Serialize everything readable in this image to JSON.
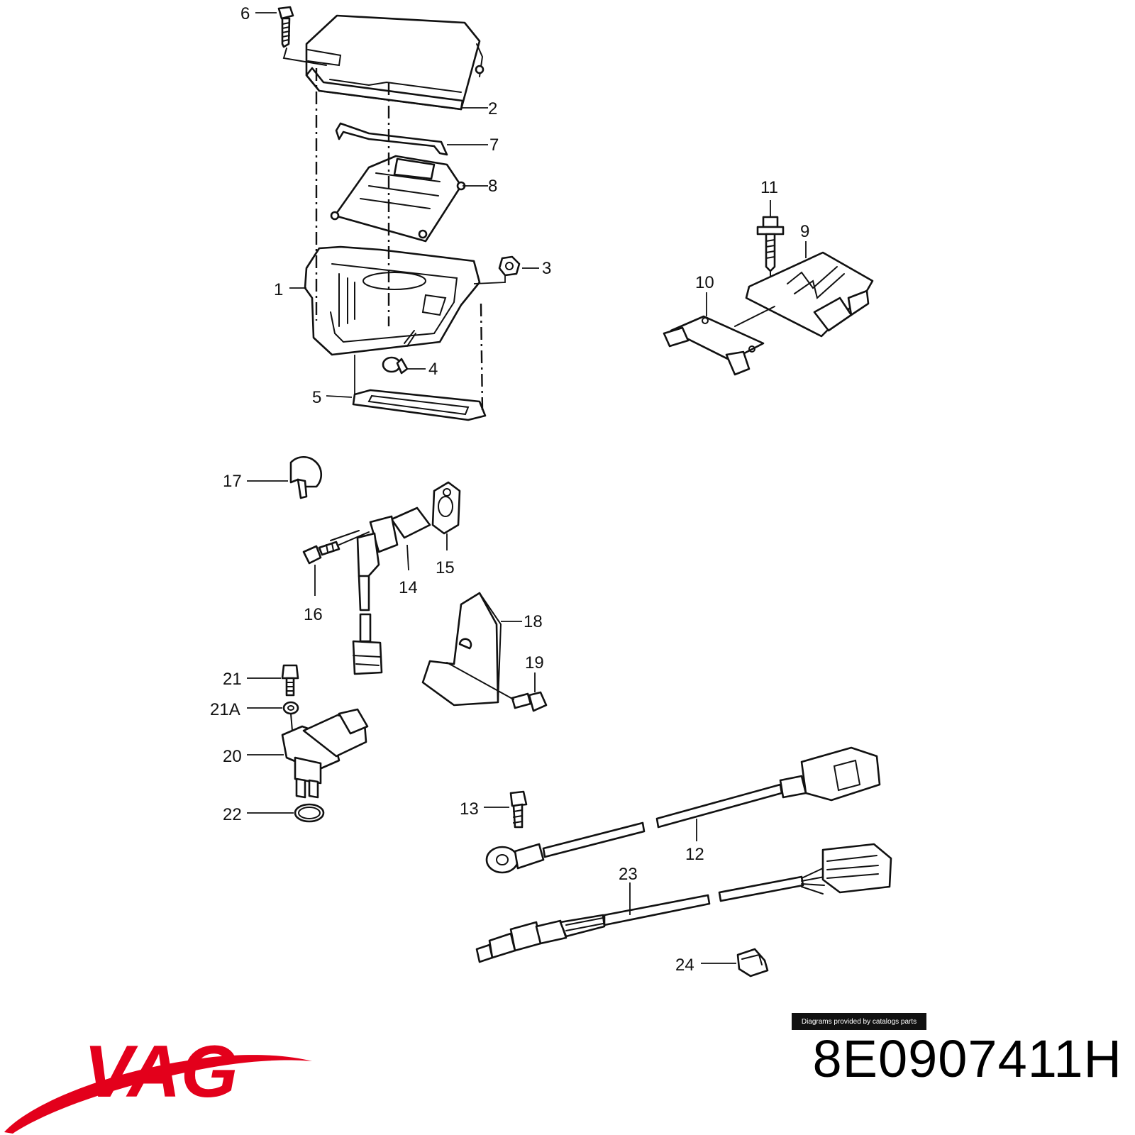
{
  "callouts": [
    "1",
    "2",
    "3",
    "4",
    "5",
    "6",
    "7",
    "8",
    "9",
    "10",
    "11",
    "12",
    "13",
    "14",
    "15",
    "16",
    "17",
    "18",
    "19",
    "20",
    "21",
    "21A",
    "22",
    "23",
    "24"
  ],
  "credit_text": "Diagrams provided by catalogs parts",
  "part_number": "8E0907411H",
  "brand": {
    "logo_text": "VAG",
    "color": "#e3001b"
  },
  "colors": {
    "line": "#111111",
    "background": "#ffffff"
  }
}
